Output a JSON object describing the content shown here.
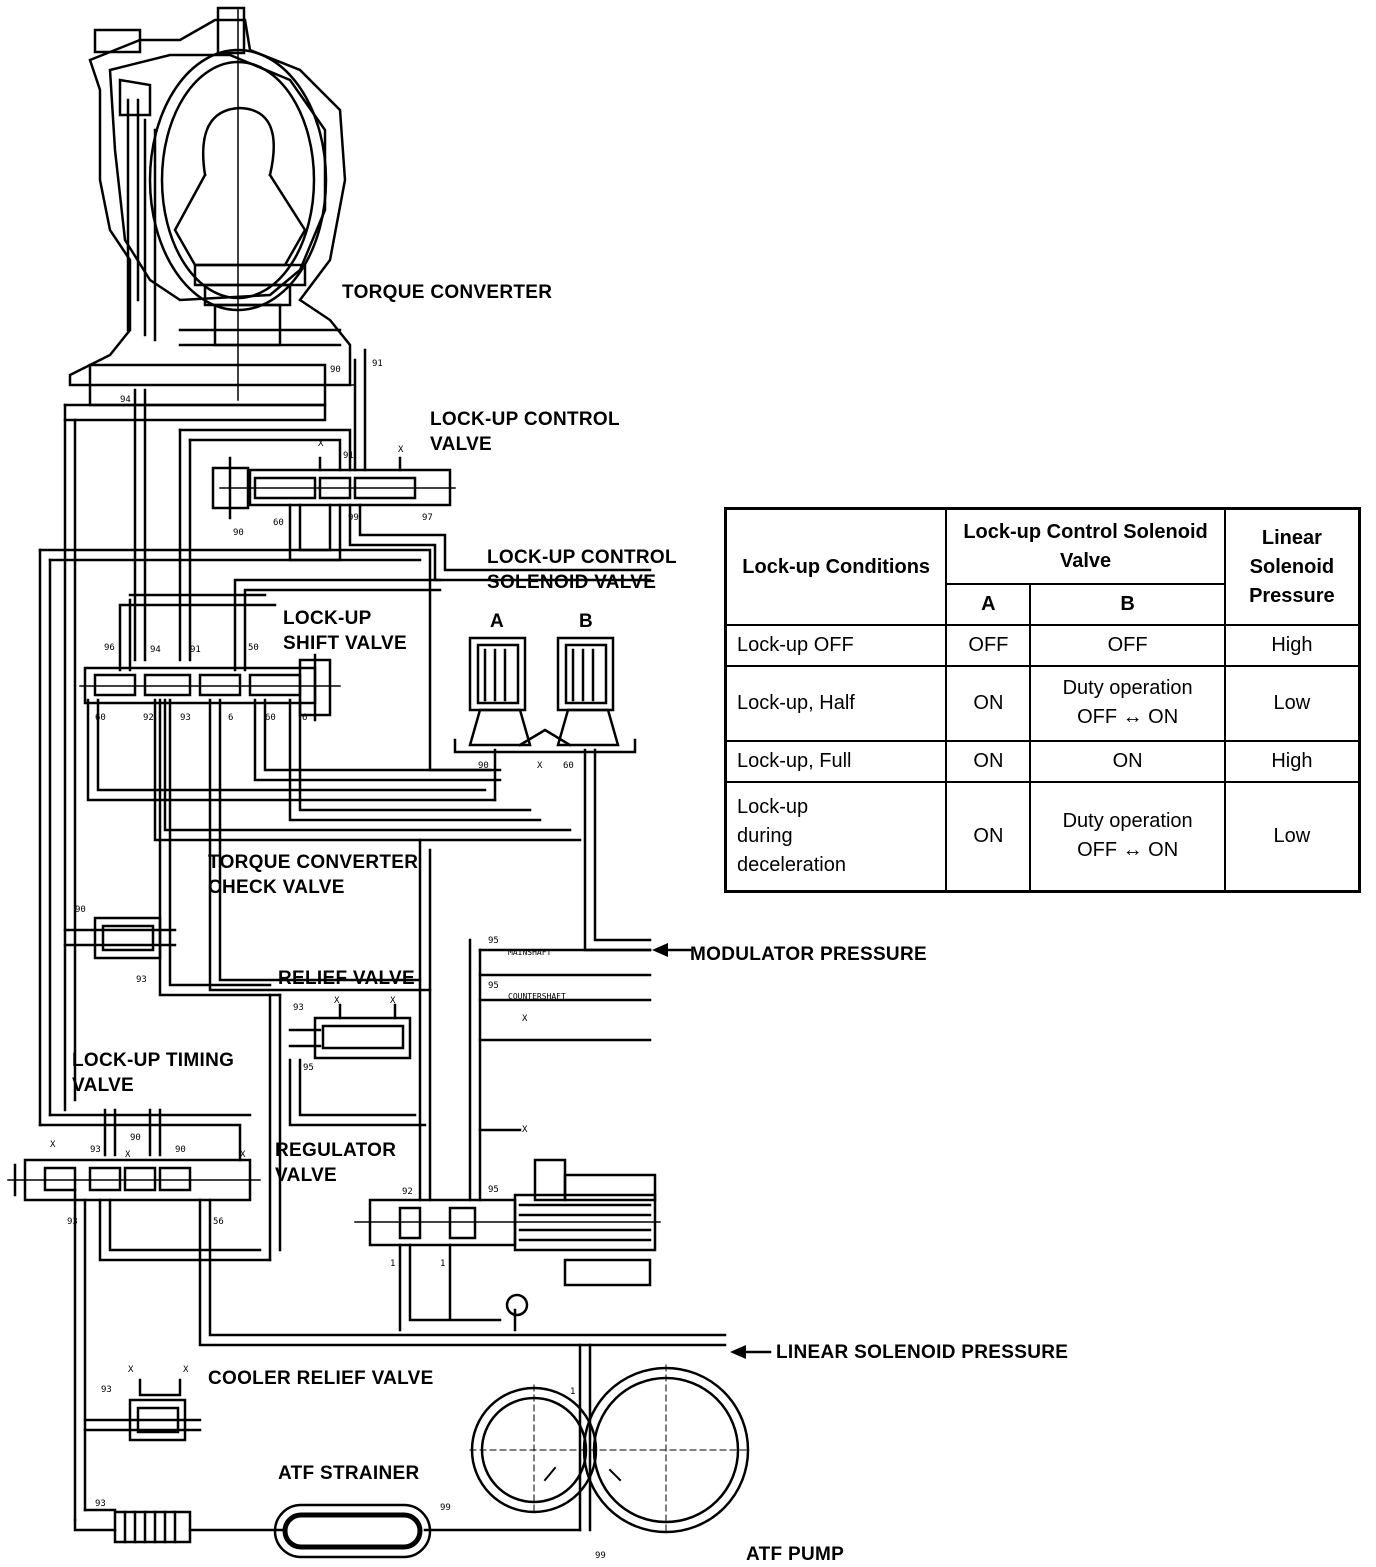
{
  "labels": {
    "torque_converter": "TORQUE CONVERTER",
    "lockup_control_valve": "LOCK-UP CONTROL\nVALVE",
    "lockup_control_solenoid_valve": "LOCK-UP CONTROL\nSOLENOID VALVE",
    "lockup_shift_valve": "LOCK-UP\nSHIFT VALVE",
    "solenoid_a": "A",
    "solenoid_b": "B",
    "torque_converter_check_valve": "TORQUE CONVERTER\nCHECK VALVE",
    "relief_valve": "RELIEF VALVE",
    "lockup_timing_valve": "LOCK-UP TIMING\nVALVE",
    "regulator_valve": "REGULATOR\nVALVE",
    "cooler_relief_valve": "COOLER RELIEF VALVE",
    "atf_strainer": "ATF STRAINER",
    "atf_pump": "ATF PUMP",
    "modulator_pressure": "MODULATOR PRESSURE",
    "linear_solenoid_pressure": "LINEAR SOLENOID PRESSURE",
    "mainshaft": "MAINSHAFT",
    "countershaft": "COUNTERSHAFT"
  },
  "port_numbers": {
    "p94_top": "94",
    "p90_top": "90",
    "p91_top": "91",
    "p91_lcv": "91",
    "p90_lcv": "90",
    "p60_lcv": "60",
    "p99_lcv": "99",
    "p97_lcv": "97",
    "p96_lsv": "96",
    "p94_lsv": "94",
    "p91_lsv": "91",
    "p50_lsv": "50",
    "p60a_lsv": "60",
    "p92_lsv": "92",
    "p93_lsv": "93",
    "p6a_lsv": "6",
    "p60b_lsv": "60",
    "p6b_lsv": "6",
    "p90_sol": "90",
    "p60_sol": "60",
    "p90_tccv": "90",
    "p93_tccv": "93",
    "p93_rv": "93",
    "p95_rv": "95",
    "p93_ltv": "93",
    "p90a_ltv": "90",
    "p90b_ltv": "90",
    "p93b_ltv": "93",
    "p56_ltv": "56",
    "p95_ms": "95",
    "p95_cs": "95",
    "p92_reg": "92",
    "p95_reg": "95",
    "p1a_reg": "1",
    "p1b_reg": "1",
    "p93_crv": "93",
    "p1_pump": "1",
    "p93_str": "93",
    "p99_str": "99",
    "p99_pump": "99",
    "x": "X"
  },
  "table": {
    "header_conditions": "Lock-up\nConditions",
    "header_solenoid": "Lock-up Control\nSolenoid Valve",
    "header_linear": "Linear\nSolenoid\nPressure",
    "header_a": "A",
    "header_b": "B",
    "rows": [
      {
        "condition": "Lock-up OFF",
        "a": "OFF",
        "b": "OFF",
        "pressure": "High"
      },
      {
        "condition": "Lock-up, Half",
        "a": "ON",
        "b": "Duty operation\nOFF ↔ ON",
        "pressure": "Low"
      },
      {
        "condition": "Lock-up, Full",
        "a": "ON",
        "b": "ON",
        "pressure": "High"
      },
      {
        "condition": "Lock-up\nduring\ndeceleration",
        "a": "ON",
        "b": "Duty operation\nOFF ↔ ON",
        "pressure": "Low"
      }
    ]
  }
}
